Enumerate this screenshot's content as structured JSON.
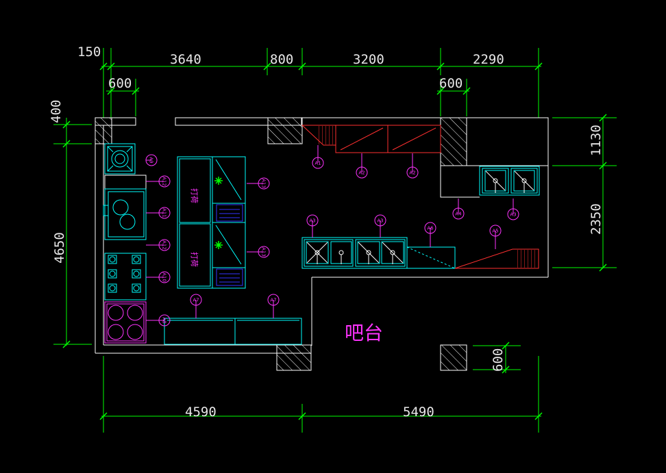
{
  "drawing": {
    "colors": {
      "background": "#000000",
      "wall": "#ffffff",
      "dimension": "#00ff00",
      "equipment": "#00ffff",
      "hood": "#ff3030",
      "tag": "#ff33ff",
      "text": "#e8e8e8",
      "tag_label": "#0000ff"
    },
    "dimensions": {
      "top_row1": [
        "150",
        "3640",
        "800",
        "3200",
        "2290"
      ],
      "top_row2": [
        "600",
        "600"
      ],
      "left": [
        "400",
        "4650"
      ],
      "right": [
        "1130",
        "2350",
        "600"
      ],
      "bottom": [
        "4590",
        "5490"
      ]
    },
    "room_labels": {
      "bar": "吧台",
      "counter_a": "打荷",
      "counter_b": "打荷"
    },
    "tags": [
      {
        "label": "A9",
        "side": "left"
      },
      {
        "label": "A12",
        "side": "left"
      },
      {
        "label": "A11",
        "side": "left"
      },
      {
        "label": "A12",
        "side": "left"
      },
      {
        "label": "A10",
        "side": "left"
      },
      {
        "label": "A8",
        "side": "left"
      },
      {
        "label": "A13",
        "side": "left"
      },
      {
        "label": "A13",
        "side": "left"
      },
      {
        "label": "A1",
        "side": "down"
      },
      {
        "label": "A2",
        "side": "down"
      },
      {
        "label": "A2",
        "side": "down"
      },
      {
        "label": "A4",
        "side": "up"
      },
      {
        "label": "A3",
        "side": "up"
      },
      {
        "label": "A3",
        "side": "down"
      },
      {
        "label": "A3",
        "side": "down"
      },
      {
        "label": "A6",
        "side": "down"
      },
      {
        "label": "A5",
        "side": "down"
      },
      {
        "label": "A7",
        "side": "down"
      },
      {
        "label": "A7",
        "side": "down"
      }
    ]
  }
}
